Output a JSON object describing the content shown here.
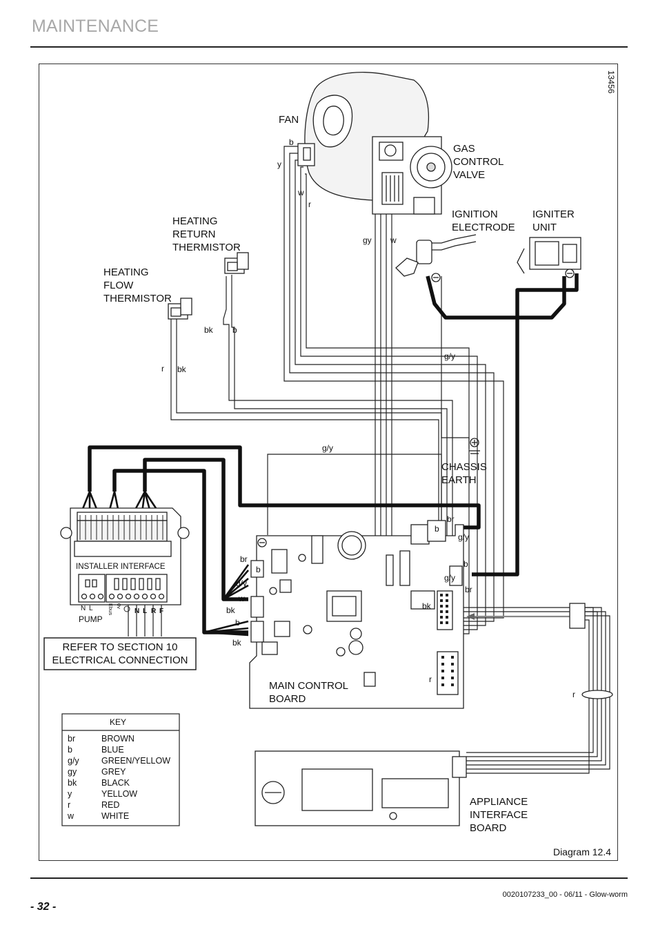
{
  "header": {
    "section_title": "MAINTENANCE"
  },
  "footer": {
    "page_number": "- 32 -",
    "doc_ref": "0020107233_00 - 06/11 - Glow-worm"
  },
  "diagram": {
    "figure_number": "13456",
    "caption": "Diagram 12.4",
    "components": {
      "fan": "FAN",
      "gas_control_valve": [
        "GAS",
        "CONTROL",
        "VALVE"
      ],
      "ignition_electrode": [
        "IGNITION",
        "ELECTRODE"
      ],
      "igniter_unit": [
        "IGNITER",
        "UNIT"
      ],
      "heating_return_thermistor": [
        "HEATING",
        "RETURN",
        "THERMISTOR"
      ],
      "heating_flow_thermistor": [
        "HEATING",
        "FLOW",
        "THERMISTOR"
      ],
      "chassis_earth": [
        "CHASSIS",
        "EARTH"
      ],
      "installer_interface": "INSTALLER INTERFACE",
      "pump": "PUMP",
      "terminal_marks": [
        "N",
        "L",
        "Ebus",
        "0v",
        "N",
        "L",
        "R",
        "F"
      ],
      "main_control_board": [
        "MAIN CONTROL",
        "BOARD"
      ],
      "appliance_interface_board": [
        "APPLIANCE",
        "INTERFACE",
        "BOARD"
      ]
    },
    "refer_box": [
      "REFER TO SECTION 10",
      "ELECTRICAL CONNECTION"
    ],
    "wire_labels": {
      "fan_b": "b",
      "fan_y": "y",
      "fan_w": "w",
      "fan_r": "r",
      "valve_gy": "gy",
      "valve_w": "w",
      "ret_bk": "bk",
      "ret_b": "b",
      "flow_r": "r",
      "flow_bk": "bk",
      "electrode_gy": "g/y",
      "chassis_gy": "g/y",
      "board_br_top": "br",
      "board_b_top": "b",
      "board_gy_top": "g/y",
      "board_b_right": "b",
      "board_gy_right": "g/y",
      "board_br_right": "br",
      "board_bk_right": "bk",
      "board_r_right": "r",
      "left_br": "br",
      "left_b": "b",
      "left_gy": "g/y",
      "left_w": "w",
      "left_bk": "bk",
      "left_b2": "b",
      "left_bk2": "bk",
      "harness_r": "r"
    },
    "key": {
      "title": "KEY",
      "entries": [
        {
          "code": "br",
          "color": "BROWN"
        },
        {
          "code": "b",
          "color": "BLUE"
        },
        {
          "code": "g/y",
          "color": "GREEN/YELLOW"
        },
        {
          "code": "gy",
          "color": "GREY"
        },
        {
          "code": "bk",
          "color": "BLACK"
        },
        {
          "code": "y",
          "color": "YELLOW"
        },
        {
          "code": "r",
          "color": "RED"
        },
        {
          "code": "w",
          "color": "WHITE"
        }
      ]
    }
  }
}
